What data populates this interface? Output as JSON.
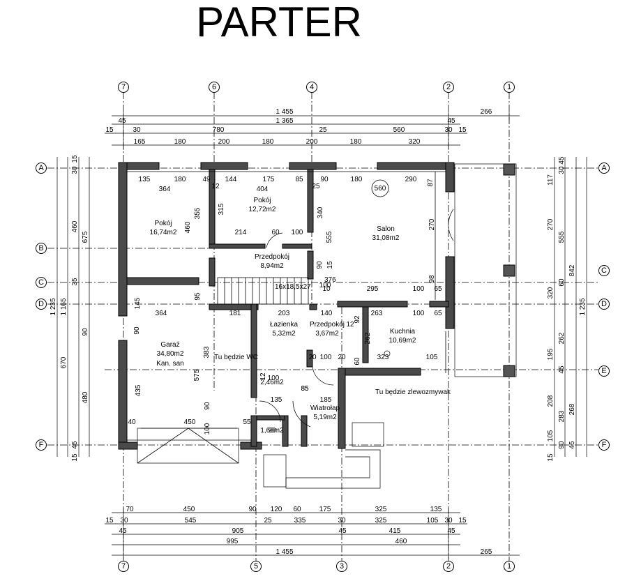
{
  "title": "PARTER",
  "axes": {
    "vertical": [
      "7",
      "6",
      "4",
      "2",
      "1",
      "5",
      "3"
    ],
    "horizontal": [
      "A",
      "B",
      "C",
      "D",
      "E",
      "F"
    ]
  },
  "rooms": [
    {
      "id": "pokoj1",
      "name": "Pokój",
      "area": "16,74m2"
    },
    {
      "id": "pokoj2",
      "name": "Pokój",
      "area": "12,72m2"
    },
    {
      "id": "salon",
      "name": "Salon",
      "area": "31,08m2"
    },
    {
      "id": "przedpokoj1",
      "name": "Przedpokój",
      "area": "8,94m2"
    },
    {
      "id": "lazienka",
      "name": "Łazienka",
      "area": "5,32m2"
    },
    {
      "id": "przedpokoj2",
      "name": "Przedpokój",
      "area": "3,67m2"
    },
    {
      "id": "kuchnia",
      "name": "Kuchnia",
      "area": "10,69m2"
    },
    {
      "id": "garaz",
      "name": "Garaż",
      "area": "34,80m2",
      "note": "Kan. san"
    },
    {
      "id": "wiatrolap",
      "name": "Wiatrołap",
      "area": "5,19m2"
    },
    {
      "id": "wc",
      "name": "",
      "area": "1,60m2"
    },
    {
      "id": "schowek",
      "name": "",
      "area": "2,46m2"
    }
  ],
  "notes": {
    "wc_note": "Tu będzie WC",
    "sink_note": "Tu będzie zlewozmywak",
    "stairs": "16x18,5x27",
    "circle_dim": "560",
    "stair_top": "376"
  },
  "dimensions": {
    "top_row1": [
      "1 455",
      "266"
    ],
    "top_row2": [
      "45",
      "1 365",
      "45"
    ],
    "top_row3": [
      "15",
      "30",
      "780",
      "25",
      "560",
      "30",
      "15"
    ],
    "top_row4": [
      "165",
      "180",
      "200",
      "180",
      "200",
      "180",
      "320"
    ],
    "bottom_row1": [
      "70",
      "450",
      "90",
      "120",
      "60",
      "175",
      "325",
      "135"
    ],
    "bottom_row2": [
      "15",
      "30",
      "545",
      "25",
      "335",
      "30",
      "325",
      "105",
      "30",
      "15"
    ],
    "bottom_row3": [
      "45",
      "905",
      "45",
      "415",
      "45"
    ],
    "bottom_row4": [
      "995",
      "460"
    ],
    "bottom_row5": [
      "1 455",
      "265"
    ],
    "left_outer": [
      "1 235",
      "1 165",
      "675",
      "670"
    ],
    "left_inner": [
      "15",
      "30",
      "460",
      "35",
      "90",
      "480",
      "45",
      "15"
    ],
    "right_inner": [
      "117",
      "270",
      "320",
      "195",
      "208",
      "105",
      "15",
      "45",
      "30",
      "60",
      "45",
      "90",
      "45"
    ],
    "right_mid": [
      "555",
      "262",
      "283"
    ],
    "right_outer": [
      "842",
      "268",
      "1 235"
    ],
    "interior": [
      "135",
      "180",
      "49",
      "144",
      "175",
      "85",
      "90",
      "180",
      "290",
      "364",
      "12",
      "404",
      "25",
      "87",
      "355",
      "460",
      "315",
      "340",
      "555",
      "270",
      "214",
      "60",
      "100",
      "90",
      "15",
      "98",
      "10",
      "100",
      "295",
      "100",
      "65",
      "95",
      "145",
      "364",
      "181",
      "203",
      "140",
      "263",
      "100",
      "65",
      "12",
      "92",
      "262",
      "90",
      "383",
      "85",
      "20",
      "100",
      "20",
      "60",
      "323",
      "105",
      "575",
      "90",
      "435",
      "40",
      "450",
      "55",
      "100",
      "135",
      "185",
      "85",
      "100",
      "12",
      "90",
      "1,60m2"
    ]
  }
}
